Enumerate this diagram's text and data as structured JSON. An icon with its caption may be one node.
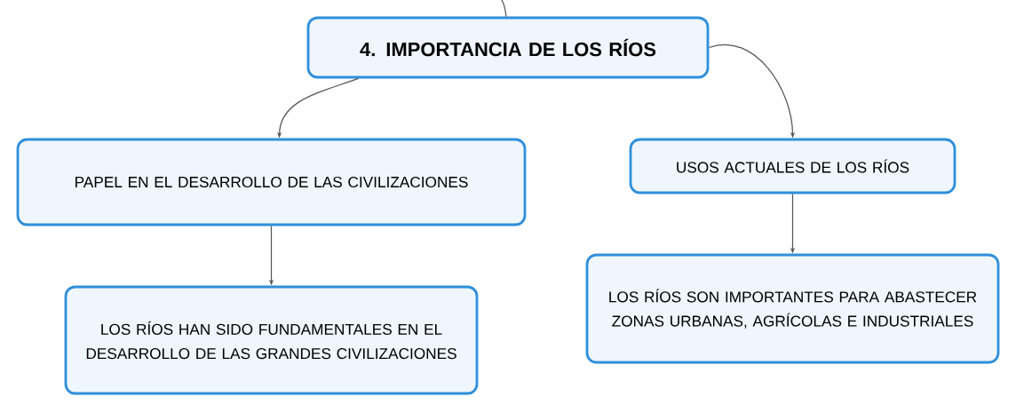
{
  "diagram": {
    "nodes": [
      {
        "text": [
          "4. IMPORTANCIA DE LOS RÍOS"
        ]
      },
      {
        "text": [
          "PAPEL EN EL DESARROLLO DE LAS CIVILIZACIONES"
        ]
      },
      {
        "text": [
          "LOS RÍOS HAN SIDO FUNDAMENTALES EN EL DESARROLLO DE LAS GRANDES CIVILIZACIONES"
        ]
      },
      {
        "text": [
          "USOS ACTUALES DE LOS RÍOS"
        ]
      },
      {
        "text": [
          "LOS RÍOS SON IMPORTANTES PARA ABASTECER ZONAS URBANAS, AGRÍCOLAS E INDUSTRIALES"
        ]
      }
    ],
    "edges": [
      {
        "from": null,
        "to": 0,
        "arrow": "none"
      },
      {
        "from": 0,
        "to": 1,
        "arrow": "to"
      },
      {
        "from": 0,
        "to": 3,
        "arrow": "to"
      },
      {
        "from": 1,
        "to": 2,
        "arrow": "to"
      },
      {
        "from": 3,
        "to": 4,
        "arrow": "to"
      }
    ]
  }
}
